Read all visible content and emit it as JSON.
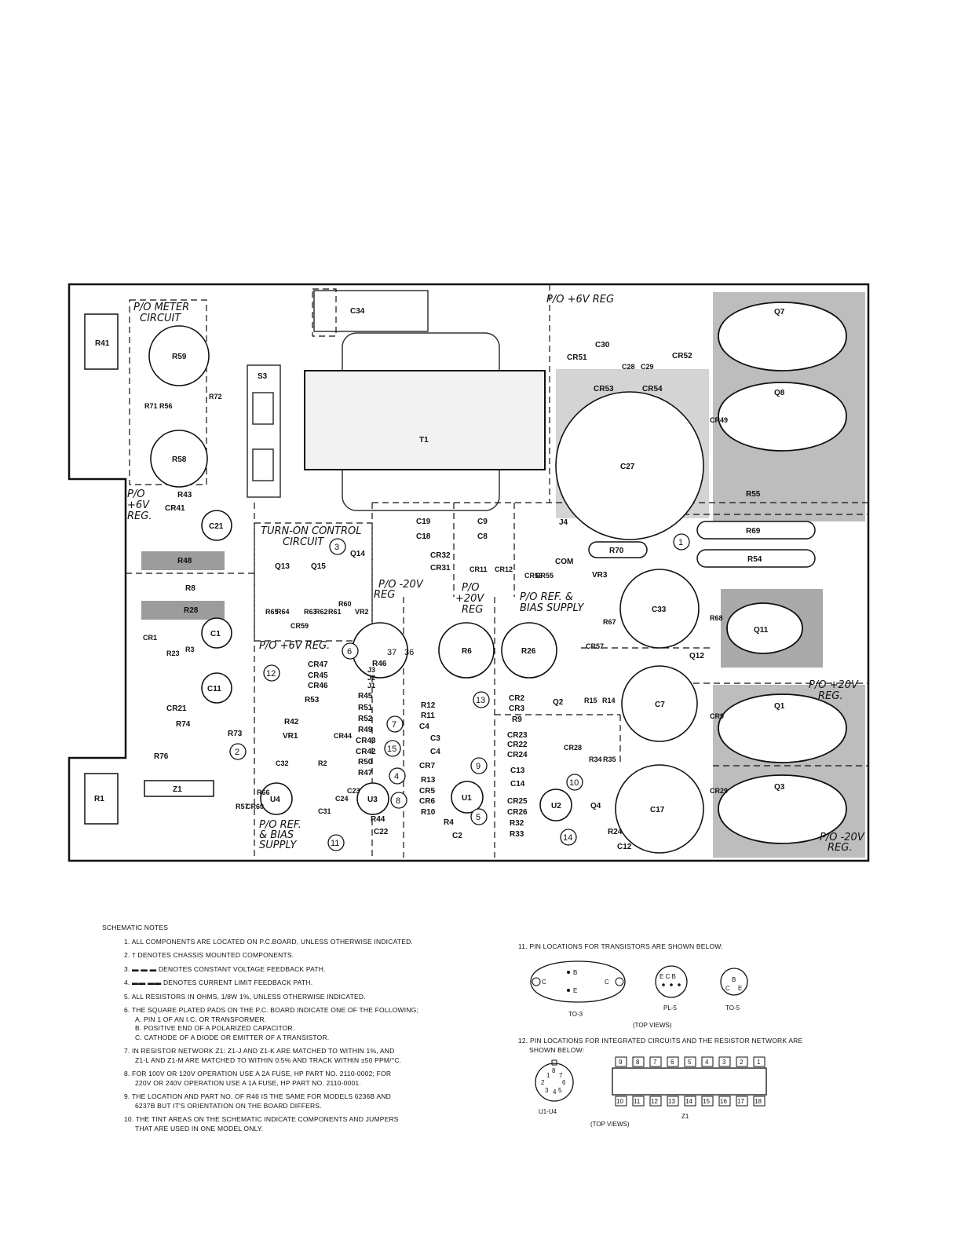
{
  "board": {
    "sections": [
      "P/O METER CIRCUIT",
      "P/O +6V REG",
      "P/O +6V REG.",
      "TURN-ON CONTROL CIRCUIT",
      "P/O +6V REG.",
      "P/O -20V REG",
      "P/O +20V REG",
      "P/O REF. & BIAS SUPPLY",
      "P/O +20V REG.",
      "P/O REF. & BIAS SUPPLY",
      "P/O -20V REG."
    ],
    "components": {
      "R41": "R41",
      "R59": "R59",
      "R71": "R71",
      "R56": "R56",
      "R72": "R72",
      "S3": "S3",
      "C34": "C34",
      "T1": "T1",
      "R58": "R58",
      "R43": "R43",
      "CR41": "CR41",
      "C21": "C21",
      "R48": "R48",
      "R8": "R8",
      "R28": "R28",
      "CR1": "CR1",
      "R23": "R23",
      "R3": "R3",
      "C1": "C1",
      "C11": "C11",
      "CR21": "CR21",
      "R74": "R74",
      "R73": "R73",
      "R76": "R76",
      "Z1": "Z1",
      "R1": "R1",
      "R57": "R57",
      "CR60": "CR60",
      "R66": "R66",
      "U4": "U4",
      "Q13": "Q13",
      "Q15": "Q15",
      "Q14": "Q14",
      "R65": "R65",
      "R64": "R64",
      "CR59": "CR59",
      "R63": "R63",
      "R62": "R62",
      "R61": "R61",
      "R60": "R60",
      "VR2": "VR2",
      "CR47": "CR47",
      "CR45": "CR45",
      "CR46": "CR46",
      "R53": "R53",
      "R42": "R42",
      "VR1": "VR1",
      "CR44": "CR44",
      "C32": "C32",
      "R2": "R2",
      "C31": "C31",
      "C24": "C24",
      "C23": "C23",
      "J3": "J3",
      "J2": "J2",
      "J1": "J1",
      "R45": "R45",
      "R51": "R51",
      "R52": "R52",
      "R49": "R49",
      "CR43": "CR43",
      "CR42": "CR42",
      "R50": "R50",
      "R47": "R47",
      "R46": "R46",
      "C19": "C19",
      "C18": "C18",
      "CR32": "CR32",
      "CR31": "CR31",
      "C9": "C9",
      "C8": "C8",
      "CR11": "CR11",
      "CR12": "CR12",
      "CR56": "CR56",
      "CR55": "CR55",
      "R12": "R12",
      "R11": "R11",
      "C4_": "C4",
      "C3": "C3",
      "C4": "C4",
      "CR7": "CR7",
      "R13": "R13",
      "CR5": "CR5",
      "CR6": "CR6",
      "R10": "R10",
      "U3": "U3",
      "U1": "U1",
      "R44": "R44",
      "C22": "C22",
      "R4": "R4",
      "C2": "C2",
      "R6": "R6",
      "R26": "R26",
      "CR2": "CR2",
      "CR3": "CR3",
      "R9": "R9",
      "Q2": "Q2",
      "CR23": "CR23",
      "CR22": "CR22",
      "CR24": "CR24",
      "C13": "C13",
      "C14": "C14",
      "CR25": "CR25",
      "CR26": "CR26",
      "R32": "R32",
      "R33": "R33",
      "U2": "U2",
      "Q4": "Q4",
      "CR51": "CR51",
      "C30": "C30",
      "C28": "C28",
      "C29": "C29",
      "CR52": "CR52",
      "CR53": "CR53",
      "CR54": "CR54",
      "C27": "C27",
      "CR49": "CR49",
      "Q7": "Q7",
      "Q8": "Q8",
      "R55": "R55",
      "J4": "J4",
      "R69": "R69",
      "R70": "R70",
      "COM": "COM",
      "VR3": "VR3",
      "R54": "R54",
      "C33": "C33",
      "R68": "R68",
      "Q11": "Q11",
      "Q12": "Q12",
      "CR57": "CR57",
      "R67": "R67",
      "C7": "C7",
      "R15": "R15",
      "R14": "R14",
      "CR9": "CR9",
      "Q1": "Q1",
      "CR28": "CR28",
      "R34": "R34",
      "R35": "R35",
      "CR29": "CR29",
      "Q3": "Q3",
      "C17": "C17",
      "R24": "R24",
      "C12": "C12"
    },
    "callouts": [
      "1",
      "2",
      "3",
      "4",
      "5",
      "6",
      "7",
      "8",
      "9",
      "10",
      "11",
      "12",
      "13",
      "14",
      "15"
    ],
    "pin_labels": {
      "r46_a": "37",
      "r46_b": "36"
    }
  },
  "notes": {
    "heading": "SCHEMATIC NOTES",
    "left": [
      "1. ALL COMPONENTS ARE LOCATED ON P.C.BOARD, UNLESS OTHERWISE INDICATED.",
      "2. † DENOTES CHASSIS MOUNTED COMPONENTS.",
      "3. ▬ ▬ ▬ DENOTES CONSTANT VOLTAGE FEEDBACK PATH.",
      "4. ▬▬ ▬▬ DENOTES CURRENT LIMIT FEEDBACK PATH.",
      "5. ALL RESISTORS IN OHMS, 1/8W 1%, UNLESS OTHERWISE INDICATED.",
      "6. THE SQUARE PLATED PADS ON THE P.C. BOARD INDICATE ONE OF THE FOLLOWING;",
      "A. PIN 1 OF AN I.C. OR TRANSFORMER.",
      "B. POSITIVE END OF A POLARIZED CAPACITOR.",
      "C. CATHODE OF A DIODE OR EMITTER OF A TRANSISTOR.",
      "7. IN RESISTOR NETWORK Z1: Z1-J AND Z1-K ARE MATCHED TO WITHIN 1%, AND",
      "Z1-L AND Z1-M ARE MATCHED TO WITHIN 0.5% AND TRACK WITHIN ±50 PPM/°C.",
      "8. FOR 100V OR 120V OPERATION USE A 2A FUSE, HP PART NO. 2110-0002; FOR",
      "220V OR 240V OPERATION USE A 1A FUSE, HP PART NO. 2110-0001.",
      "9. THE LOCATION AND PART NO. OF R46 IS THE SAME FOR MODELS 6236B AND",
      "6237B BUT IT'S ORIENTATION ON THE BOARD DIFFERS.",
      "10. THE TINT AREAS ON THE SCHEMATIC INDICATE COMPONENTS AND JUMPERS",
      "THAT ARE USED IN ONE MODEL ONLY."
    ],
    "right_11": "11. PIN LOCATIONS FOR TRANSISTORS ARE SHOWN BELOW:",
    "right_12a": "12. PIN LOCATIONS FOR INTEGRATED CIRCUITS AND THE RESISTOR NETWORK ARE",
    "right_12b": "SHOWN BELOW:",
    "packages": {
      "to3": "TO-3",
      "pl5": "PL-5",
      "to5": "TO-5",
      "top_views_1": "(TOP VIEWS)",
      "u1u4": "U1-U4",
      "z1": "Z1",
      "top_views_2": "(TOP VIEWS)",
      "to3_b": "B",
      "to3_e": "E",
      "to3_c1": "C",
      "to3_c2": "C",
      "pl5_pins": "E C B",
      "to5_b": "B",
      "to5_c": "C",
      "to5_e": "E",
      "z1_top": [
        "9",
        "8",
        "7",
        "6",
        "5",
        "4",
        "3",
        "2",
        "1"
      ],
      "z1_bottom": [
        "10",
        "11",
        "12",
        "13",
        "14",
        "15",
        "16",
        "17",
        "18"
      ],
      "ic_pins": [
        "1",
        "2",
        "3",
        "4",
        "5",
        "6",
        "7",
        "8"
      ]
    }
  }
}
